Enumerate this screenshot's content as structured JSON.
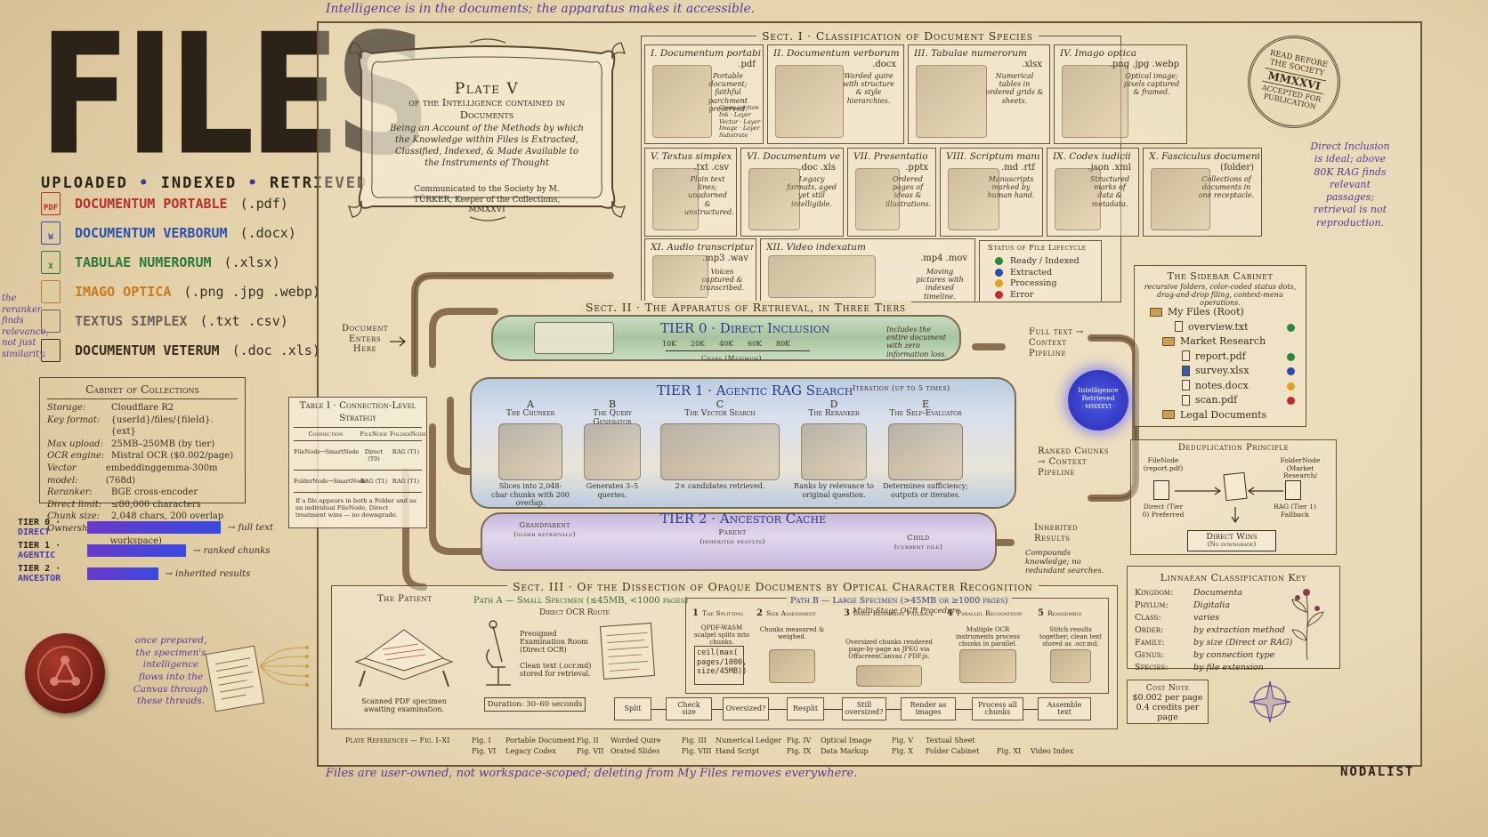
{
  "header_note": "Intelligence is in the documents; the apparatus makes it accessible.",
  "footer_note": "Files are user-owned, not workspace-scoped; deleting from My Files removes everywhere.",
  "brand": "NODALIST",
  "left": {
    "title": "FILES",
    "subtitle": [
      "UPLOADED",
      "INDEXED",
      "RETRIEVED"
    ],
    "file_types": [
      {
        "name": "DOCUMENTUM PORTABLE",
        "ext": "(.pdf)",
        "color": "#b8302a",
        "icon": "PDF"
      },
      {
        "name": "DOCUMENTUM VERBORUM",
        "ext": "(.docx)",
        "color": "#2a52b0",
        "icon": "W"
      },
      {
        "name": "TABULAE NUMERORUM",
        "ext": "(.xlsx)",
        "color": "#2a7a3a",
        "icon": "X"
      },
      {
        "name": "IMAGO OPTICA",
        "ext": "(.png .jpg .webp)",
        "color": "#c87a20",
        "icon": ""
      },
      {
        "name": "TEXTUS SIMPLEX",
        "ext": "(.txt .csv)",
        "color": "#6a6258",
        "icon": ""
      },
      {
        "name": "DOCUMENTUM VETERUM",
        "ext": "(.doc .xls)",
        "color": "#3a2e20",
        "icon": ""
      }
    ],
    "side_note": "the reranker finds relevance, not just similarity.",
    "cabinet": {
      "title": "Cabinet of Collections",
      "rows": [
        {
          "k": "Storage:",
          "v": "Cloudflare R2"
        },
        {
          "k": "Key format:",
          "v": "{userId}/files/{fileId}.{ext}"
        },
        {
          "k": "Max upload:",
          "v": "25MB–250MB (by tier)"
        },
        {
          "k": "OCR engine:",
          "v": "Mistral OCR ($0.002/page)"
        },
        {
          "k": "Vector model:",
          "v": "embeddinggemma-300m (768d)"
        },
        {
          "k": "Reranker:",
          "v": "BGE cross-encoder"
        },
        {
          "k": "Direct limit:",
          "v": "≤80,000 characters"
        },
        {
          "k": "Chunk size:",
          "v": "2,048 chars, 200 overlap"
        },
        {
          "k": "Ownership:",
          "v": "user-scoped (not workspace)"
        }
      ]
    },
    "tiers": [
      {
        "label": "TIER 0 · ",
        "name": "DIRECT",
        "result": "→ full text",
        "fill": 1.0
      },
      {
        "label": "TIER 1 · ",
        "name": "AGENTIC",
        "result": "→ ranked chunks",
        "fill": 0.74
      },
      {
        "label": "TIER 2 · ",
        "name": "ANCESTOR",
        "result": "→ inherited results",
        "fill": 0.53
      }
    ],
    "prepared_note": "once prepared, the specimen's intelligence flows into the Canvas through these threads."
  },
  "plate": {
    "title": "Plate V",
    "subtitle": "of the Intelligence contained in Documents",
    "desc": "Being an Account of the Methods by which the Knowledge within Files is Extracted, Classified, Indexed, & Made Available to the Instruments of Thought",
    "communicated": "Communicated to the Society by M. TÜRKER, Keeper of the Collections, MMXXVI"
  },
  "stamp": {
    "line1": "READ BEFORE",
    "line2": "THE SOCIETY",
    "year": "MMXXVI",
    "line3": "ACCEPTED FOR",
    "line4": "PUBLICATION"
  },
  "right_note": "Direct Inclusion is ideal; above 80K RAG finds relevant passages; retrieval is not reproduction.",
  "sect1": {
    "title": "Sect. I · Classification of Document Species",
    "cells": [
      {
        "num": "I.",
        "name": "Documentum portabile",
        "ext": ".pdf",
        "desc": "Portable document; faithful parchment preserved."
      },
      {
        "num": "II.",
        "name": "Documentum verborum",
        "ext": ".docx",
        "desc": "Worded quire with structure & style hierarchies."
      },
      {
        "num": "III.",
        "name": "Tabulae numerorum",
        "ext": ".xlsx",
        "desc": "Numerical tables in ordered grids & sheets."
      },
      {
        "num": "IV.",
        "name": "Imago optica",
        "ext": ".png .jpg .webp",
        "desc": "Optical image; pixels captured & framed."
      },
      {
        "num": "V.",
        "name": "Textus simplex",
        "ext": ".txt .csv",
        "desc": "Plain text lines; unadorned & unstructured."
      },
      {
        "num": "VI.",
        "name": "Documentum veterum",
        "ext": ".doc .xls",
        "desc": "Legacy formats, aged yet still intelligible."
      },
      {
        "num": "VII.",
        "name": "Presentatio",
        "ext": ".pptx",
        "desc": "Ordered pages of ideas & illustrations."
      },
      {
        "num": "VIII.",
        "name": "Scriptum manus",
        "ext": ".md .rtf",
        "desc": "Manuscripts marked by human hand."
      },
      {
        "num": "IX.",
        "name": "Codex iudicii",
        "ext": ".json .xml",
        "desc": "Structured marks of data & metadata."
      },
      {
        "num": "X.",
        "name": "Fasciculus documentorum",
        "ext": "(folder)",
        "desc": "Collections of documents in one receptacle."
      },
      {
        "num": "XI.",
        "name": "Audio transcriptum",
        "ext": ".mp3 .wav",
        "desc": "Voices captured & transcribed."
      },
      {
        "num": "XII.",
        "name": "Video indexatum",
        "ext": ".mp4 .mov",
        "desc": "Moving pictures with indexed timeline."
      }
    ],
    "layers": [
      "Cross-section",
      "Ink · Layer",
      "Vector · Layer",
      "Image · Layer",
      "Substrate"
    ]
  },
  "lifecycle": {
    "title": "Status of File Lifecycle",
    "items": [
      {
        "label": "Ready / Indexed",
        "color": "#2a8a3a"
      },
      {
        "label": "Extracted",
        "color": "#2a4ab0"
      },
      {
        "label": "Processing",
        "color": "#e0a020"
      },
      {
        "label": "Error",
        "color": "#c02a2a"
      }
    ]
  },
  "sect2": {
    "title": "Sect. II · The Apparatus of Retrieval, in Three Tiers",
    "enters": "Document Enters Here",
    "tier0": {
      "title": "TIER 0 · Direct Inclusion",
      "ticks": [
        "10K",
        "20K",
        "40K",
        "60K",
        "80K"
      ],
      "axis": "Chars (Maximum)",
      "desc": "Includes the entire document with zero information loss.",
      "out": "Full text → Context Pipeline"
    },
    "tier1": {
      "title": "TIER 1 · Agentic RAG Search",
      "iteration": "Iteration (up to 5 times)",
      "stages": [
        {
          "letter": "A",
          "name": "The Chunker",
          "desc": "Slices into 2,048-char chunks with 200 overlap."
        },
        {
          "letter": "B",
          "name": "The Query Generator",
          "desc": "Generates 3–5 queries."
        },
        {
          "letter": "C",
          "name": "The Vector Search",
          "desc": "2× candidates retrieved."
        },
        {
          "letter": "D",
          "name": "The Reranker",
          "desc": "Ranks by relevance to original question."
        },
        {
          "letter": "E",
          "name": "The Self-Evaluator",
          "desc": "Determines sufficiency; outputs or iterates."
        }
      ],
      "out": "Ranked Chunks → Context Pipeline"
    },
    "tier2": {
      "title": "TIER 2 · Ancestor Cache",
      "grandparent": "Grandparent",
      "grandparent_sub": "(older retrievals)",
      "parent": "Parent",
      "parent_sub": "(inherited results)",
      "child": "Child",
      "child_sub": "(current file)",
      "out": "Inherited Results",
      "note": "Compounds knowledge; no redundant searches."
    }
  },
  "badge": {
    "top": "Intelligence",
    "mid": "Retrieved",
    "year": "· MMXXVI ·"
  },
  "table1": {
    "title": "Table I · Connection-Level Strategy",
    "headers": [
      "Connection",
      "FileNode",
      "FolderNode"
    ],
    "rows": [
      [
        "FileNode→SmartNode",
        "Direct (T0)",
        "RAG (T1)"
      ],
      [
        "FolderNode→SmartNode",
        "RAG (T1)",
        "RAG (T1)"
      ]
    ],
    "note": "If a file appears in both a Folder and as an individual FileNode, Direct treatment wins — no downgrade."
  },
  "sidebar": {
    "title": "The Sidebar Cabinet",
    "desc": "recursive folders, color-coded status dots, drag-and-drop filing, context-menu operations.",
    "items": [
      {
        "label": "My Files (Root)",
        "dot": ""
      },
      {
        "label": "overview.txt",
        "dot": "#2a8a3a"
      },
      {
        "label": "Market Research",
        "dot": ""
      },
      {
        "label": "report.pdf",
        "dot": "#2a8a3a"
      },
      {
        "label": "survey.xlsx",
        "dot": "#2a4ab0"
      },
      {
        "label": "notes.docx",
        "dot": "#e0a020"
      },
      {
        "label": "scan.pdf",
        "dot": "#c02a2a"
      },
      {
        "label": "Legal Documents",
        "dot": ""
      }
    ]
  },
  "dedup": {
    "title": "Deduplication Principle",
    "file": "FileNode (report.pdf)",
    "folder": "FolderNode (Market Research/",
    "direct": "Direct (Tier 0) Preferred",
    "rag": "RAG (Tier 1) Fallback",
    "wins": "Direct Wins",
    "wins_sub": "(No downgrade)"
  },
  "classkey": {
    "title": "Linnaean Classification Key",
    "rows": [
      {
        "k": "Kingdom:",
        "v": "Documenta"
      },
      {
        "k": "Phylum:",
        "v": "Digitalia"
      },
      {
        "k": "Class:",
        "v": "varies"
      },
      {
        "k": "Order:",
        "v": "by extraction method"
      },
      {
        "k": "Family:",
        "v": "by size (Direct or RAG)"
      },
      {
        "k": "Genus:",
        "v": "by connection type"
      },
      {
        "k": "Species:",
        "v": "by file extension"
      }
    ]
  },
  "cost": {
    "title": "Cost Note",
    "line1": "$0.002 per page",
    "line2": "0.4 credits per page"
  },
  "sect3": {
    "title": "Sect. III · Of the Dissection of Opaque Documents by Optical Character Recognition",
    "patient": "The Patient",
    "patient_desc": "Scanned PDF specimen awaiting examination.",
    "pathA": {
      "title": "Path A — Small Specimen (≤45MB, <1000 pages)",
      "sub": "Direct OCR Route",
      "step1": "Preoigned Examination Room (Direct OCR)",
      "step2": "Clean text (.ocr.md) stored for retrieval.",
      "duration": "Duration: 30–60 seconds"
    },
    "pathB": {
      "title": "Path B — Large Specimen (>45MB or ≥1000 pages)",
      "sub": "Multi-Stage OCR Procedure",
      "steps": [
        {
          "n": "1",
          "name": "The Splitting",
          "desc": "QPDF-WASM scalpel splits into chunks."
        },
        {
          "n": "2",
          "name": "Size Assessment",
          "desc": "Chunks measured & weighed."
        },
        {
          "n": "3",
          "name": "Image Rendering Fallback",
          "desc": "Oversized chunks rendered page-by-page as JPEG via OffscreenCanvas / PDF.js."
        },
        {
          "n": "4",
          "name": "Parallel Recognition",
          "desc": "Multiple OCR instruments process chunks in parallel."
        },
        {
          "n": "5",
          "name": "Reassembly",
          "desc": "Stitch results together; clean text stored as .ocr.md."
        }
      ],
      "formula": "ceil(max( pages/1000, size/45MB))"
    },
    "flow": [
      "Split",
      "Check size",
      "Oversized?",
      "Resplit",
      "Still oversized?",
      "Render as images",
      "Process all chunks",
      "Assemble text"
    ]
  },
  "refs": {
    "title": "Plate References — Fig. I–XI",
    "items": [
      [
        "Fig. I",
        "Portable Document"
      ],
      [
        "Fig. II",
        "Worded Quire"
      ],
      [
        "Fig. III",
        "Numerical Ledger"
      ],
      [
        "Fig. IV",
        "Optical Image"
      ],
      [
        "Fig. V",
        "Textual Sheet"
      ],
      [
        "Fig. VI",
        "Legacy Codex"
      ],
      [
        "Fig. VII",
        "Orated Slides"
      ],
      [
        "Fig. VIII",
        "Hand Script"
      ],
      [
        "Fig. IX",
        "Data Markup"
      ],
      [
        "Fig. X",
        "Folder Cabinet"
      ],
      [
        "Fig. XI",
        "Video Index"
      ]
    ]
  }
}
